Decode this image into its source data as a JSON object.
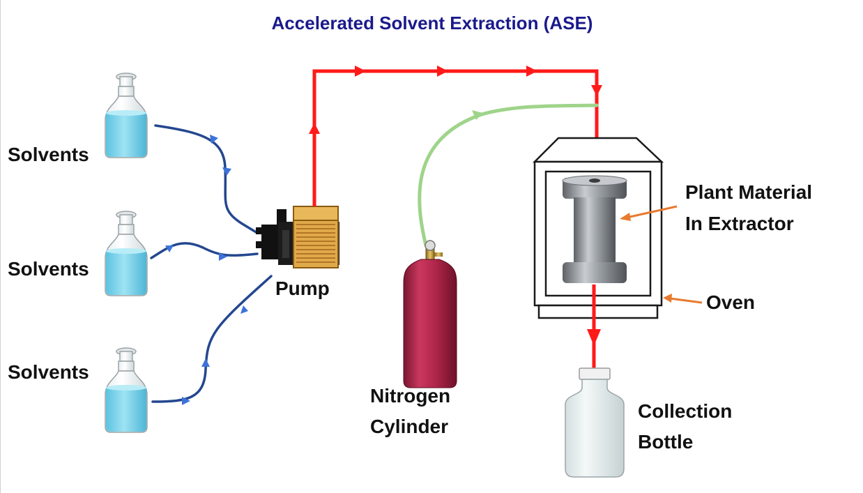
{
  "diagram": {
    "title": "Accelerated Solvent Extraction (ASE)",
    "labels": {
      "solvents_1": "Solvents",
      "solvents_2": "Solvents",
      "solvents_3": "Solvents",
      "pump": "Pump",
      "nitrogen_line1": "Nitrogen",
      "nitrogen_line2": "Cylinder",
      "extractor_line1": "Plant Material",
      "extractor_line2": "In Extractor",
      "oven": "Oven",
      "collection_line1": "Collection",
      "collection_line2": "Bottle"
    },
    "colors": {
      "title": "#1a1a8c",
      "solvent_line": "#24478f",
      "solvent_arrow": "#3d72d9",
      "flow_line": "#ff1a1a",
      "nitrogen_line": "#9fd48a",
      "pointer": "#e87a2e",
      "cylinder": "#b0264a",
      "solvent_liquid": "#6fd0ea"
    }
  }
}
